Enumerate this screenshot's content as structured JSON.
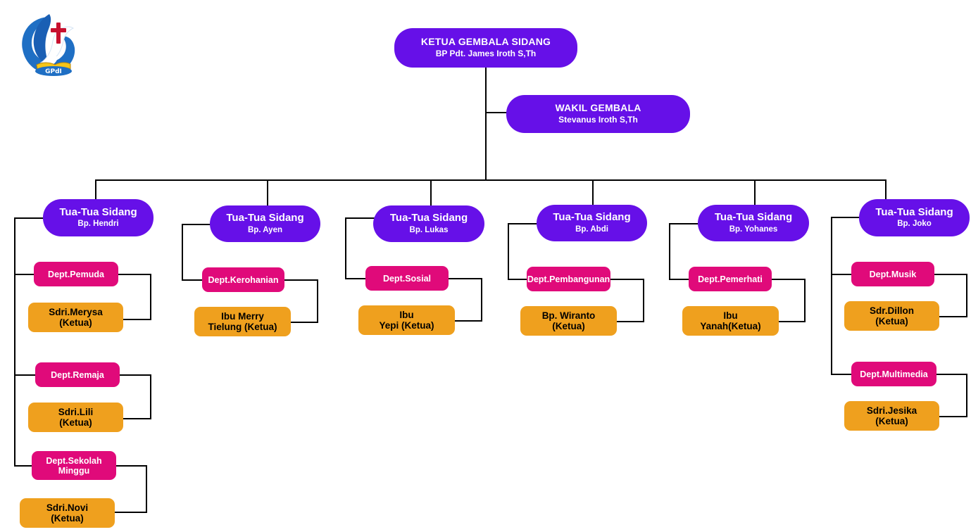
{
  "document": {
    "title": "Struktur Organisasi GPdI",
    "background": "#ffffff"
  },
  "colors": {
    "leader": "#6610e8",
    "department": "#e00a7a",
    "person": "#efa01e",
    "connector": "#000000",
    "logo_blue": "#1f6fc4",
    "logo_cross_red": "#c8102e"
  },
  "logo": {
    "name": "gpdi-church-logo",
    "text": "GPdI",
    "elements": [
      "dove",
      "cross",
      "open-book",
      "blue-circle"
    ]
  },
  "leadership": {
    "head": {
      "title": "KETUA GEMBALA SIDANG",
      "subtitle": "BP Pdt. James Iroth  S,Th"
    },
    "deputy": {
      "title": "WAKIL GEMBALA",
      "subtitle": "Stevanus Iroth S,Th"
    }
  },
  "elders": [
    {
      "title": "Tua-Tua Sidang",
      "subtitle": "Bp. Hendri",
      "departments": [
        {
          "dept_line1": "Dept.Pemuda",
          "dept_line2": "",
          "person_line1": "Sdri.Merysa",
          "person_line2": "(Ketua)"
        },
        {
          "dept_line1": "Dept.Remaja",
          "dept_line2": "",
          "person_line1": "Sdri.Lili",
          "person_line2": "(Ketua)"
        },
        {
          "dept_line1": "Dept.Sekolah",
          "dept_line2": "Minggu",
          "person_line1": "Sdri.Novi",
          "person_line2": "(Ketua)"
        }
      ]
    },
    {
      "title": "Tua-Tua Sidang",
      "subtitle": "Bp. Ayen",
      "departments": [
        {
          "dept_line1": "Dept.Kerohanian",
          "dept_line2": "",
          "person_line1": "Ibu Merry",
          "person_line2": "Tielung (Ketua)"
        }
      ]
    },
    {
      "title": "Tua-Tua Sidang",
      "subtitle": "Bp. Lukas",
      "departments": [
        {
          "dept_line1": "Dept.Sosial",
          "dept_line2": "",
          "person_line1": "Ibu",
          "person_line2": "Yepi (Ketua)"
        }
      ]
    },
    {
      "title": "Tua-Tua Sidang",
      "subtitle": "Bp. Abdi",
      "departments": [
        {
          "dept_line1": "Dept.Pembangunan",
          "dept_line2": "",
          "person_line1": "Bp. Wiranto",
          "person_line2": "(Ketua)"
        }
      ]
    },
    {
      "title": "Tua-Tua Sidang",
      "subtitle": "Bp. Yohanes",
      "departments": [
        {
          "dept_line1": "Dept.Pemerhati",
          "dept_line2": "",
          "person_line1": "Ibu",
          "person_line2": "Yanah(Ketua)"
        }
      ]
    },
    {
      "title": "Tua-Tua Sidang",
      "subtitle": "Bp. Joko",
      "departments": [
        {
          "dept_line1": "Dept.Musik",
          "dept_line2": "",
          "person_line1": "Sdr.Dillon",
          "person_line2": "(Ketua)"
        },
        {
          "dept_line1": "Dept.Multimedia",
          "dept_line2": "",
          "person_line1": "Sdri.Jesika",
          "person_line2": "(Ketua)"
        }
      ]
    }
  ]
}
